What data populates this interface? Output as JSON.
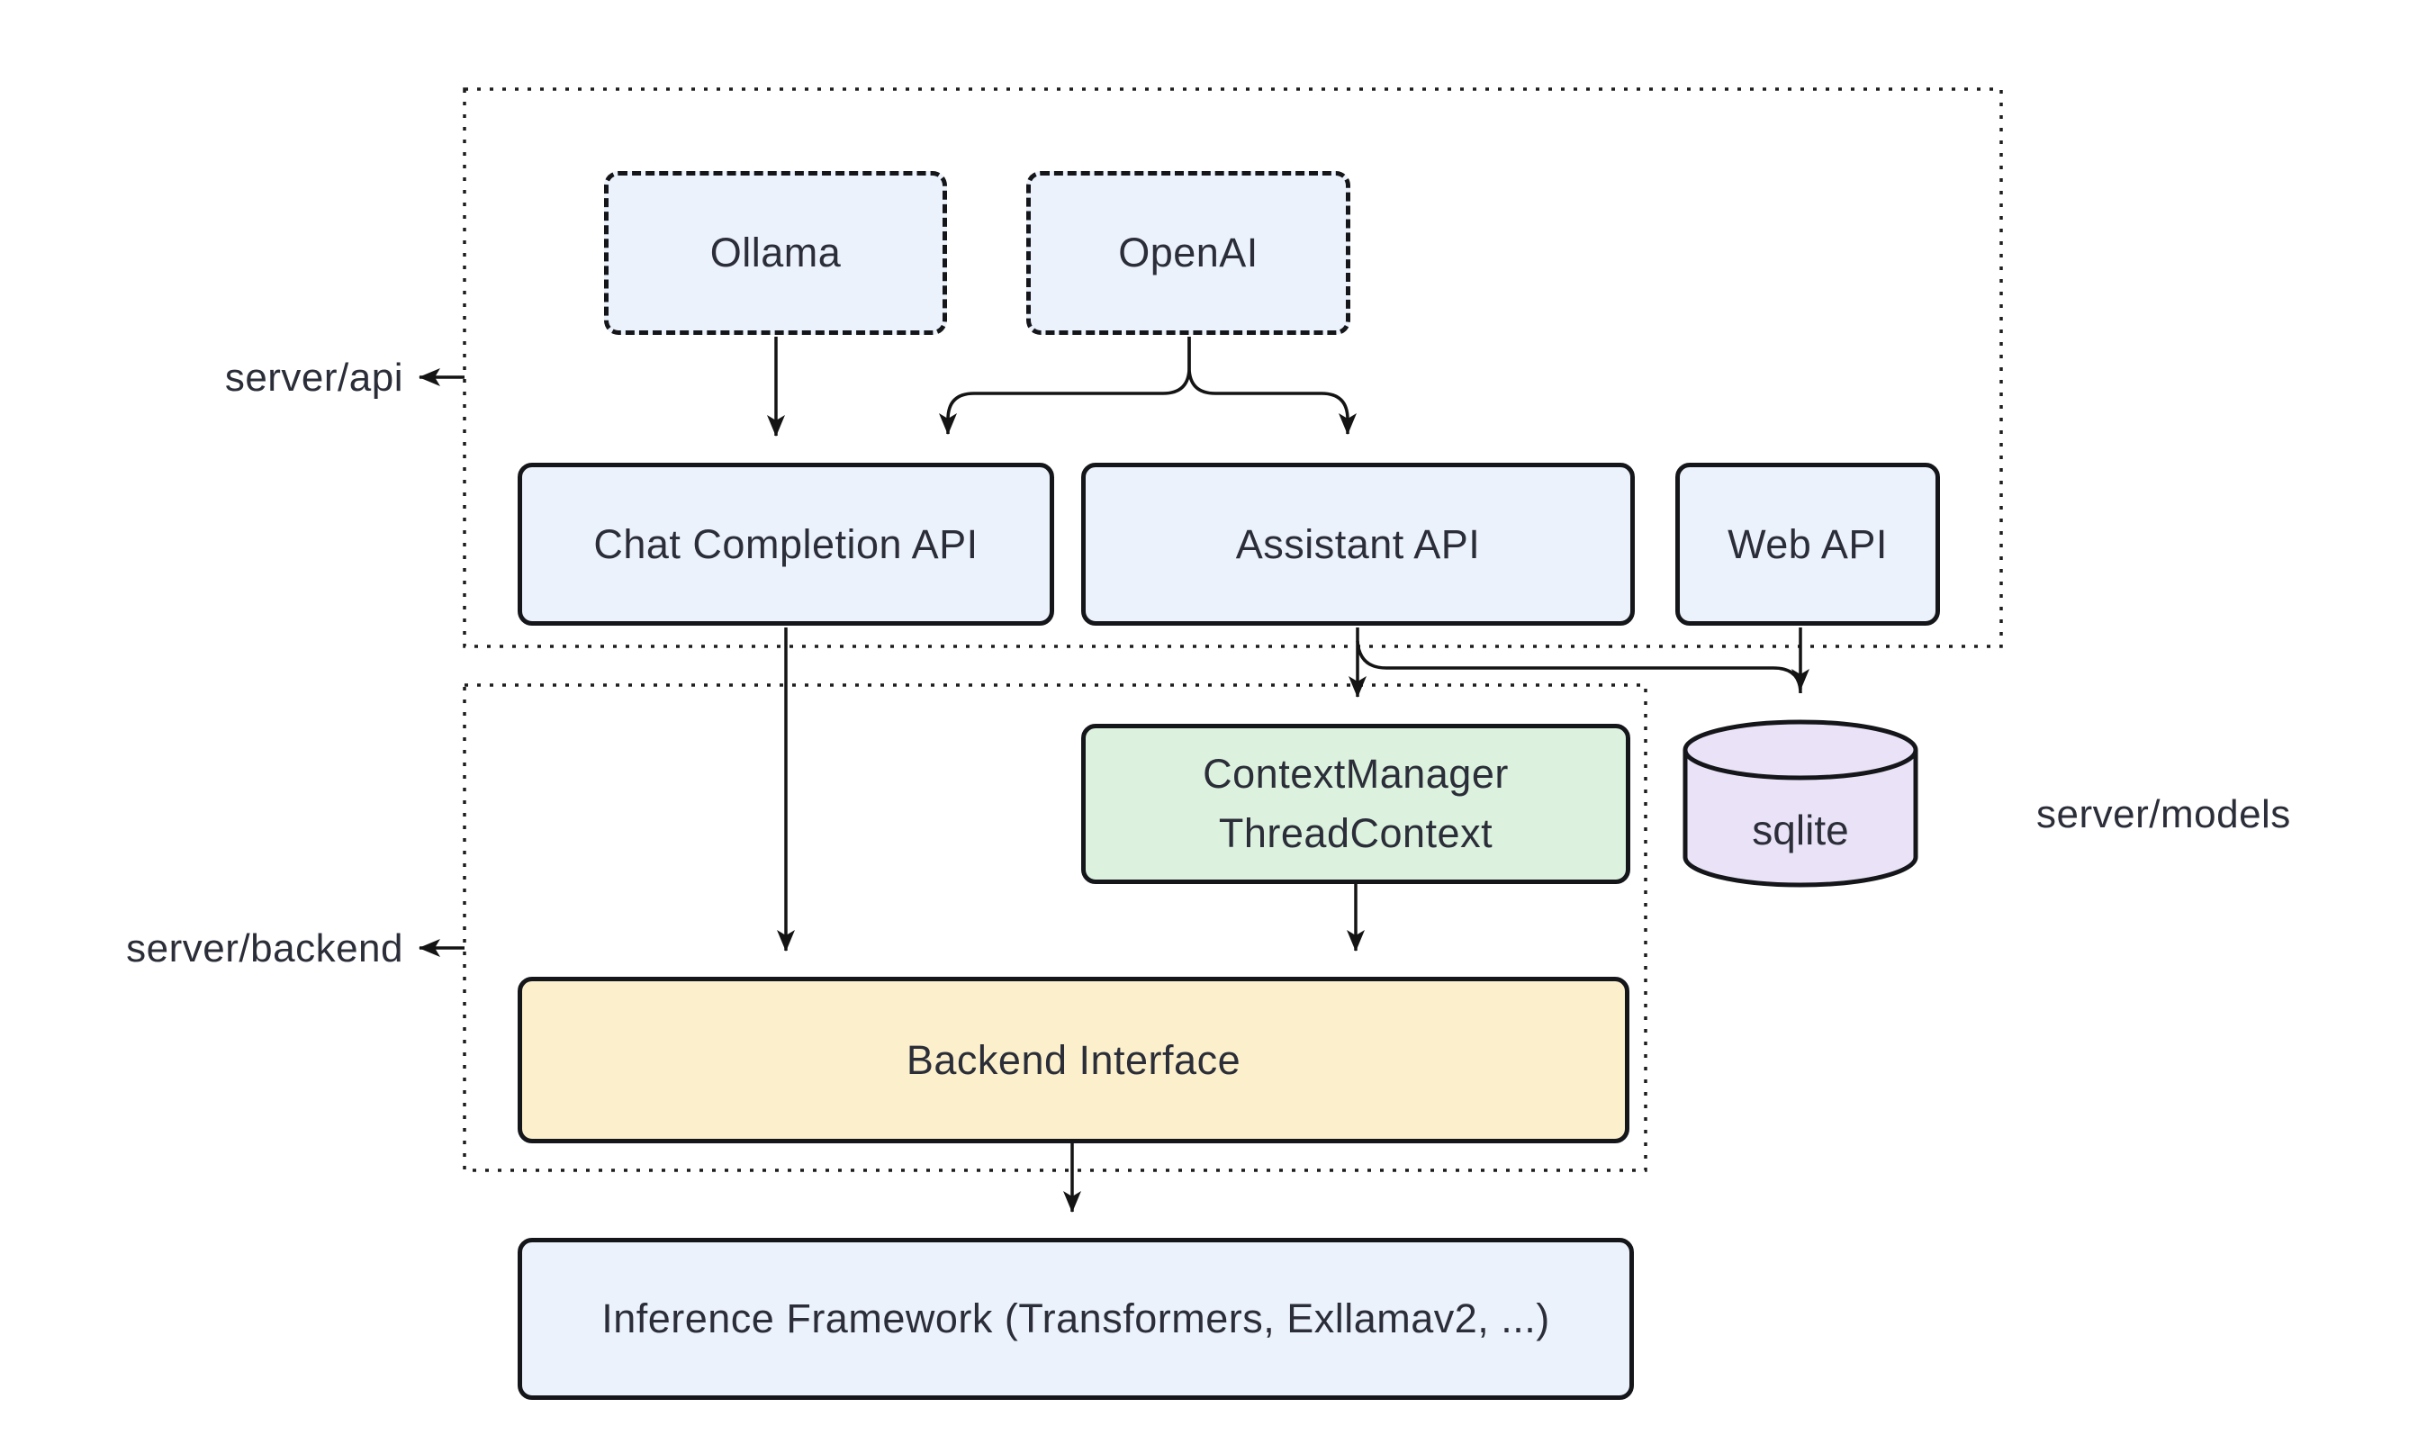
{
  "diagram": {
    "background": "#ffffff",
    "colors": {
      "node_fill_blue": "#ecf2fb",
      "node_fill_green": "#dcf2df",
      "node_fill_yellow": "#fcf0cc",
      "node_fill_purple": "#eae3f8",
      "node_border": "#15161a",
      "line": "#141414",
      "text": "#2b2e38"
    },
    "containers": {
      "server_api": {
        "label": "server/api"
      },
      "server_backend": {
        "label": "server/backend"
      }
    },
    "nodes": {
      "ollama": {
        "label": "Ollama"
      },
      "openai": {
        "label": "OpenAI"
      },
      "chat_completion_api": {
        "label": "Chat Completion API"
      },
      "assistant_api": {
        "label": "Assistant API"
      },
      "web_api": {
        "label": "Web API"
      },
      "context_manager": {
        "line1": "ContextManager",
        "line2": "ThreadContext"
      },
      "sqlite": {
        "label": "sqlite"
      },
      "backend_interface": {
        "label": "Backend Interface"
      },
      "inference_framework": {
        "label": "Inference Framework (Transformers, Exllamav2, ...)"
      }
    },
    "annotations": {
      "server_models": {
        "label": "server/models"
      }
    },
    "edges": [
      {
        "from": "Ollama",
        "to": "Chat Completion API"
      },
      {
        "from": "OpenAI",
        "to": "Chat Completion API"
      },
      {
        "from": "OpenAI",
        "to": "Assistant API"
      },
      {
        "from": "Chat Completion API",
        "to": "Backend Interface"
      },
      {
        "from": "Assistant API",
        "to": "ContextManager ThreadContext"
      },
      {
        "from": "Assistant API",
        "to": "sqlite"
      },
      {
        "from": "Web API",
        "to": "sqlite"
      },
      {
        "from": "ContextManager ThreadContext",
        "to": "Backend Interface"
      },
      {
        "from": "Backend Interface",
        "to": "Inference Framework (Transformers, Exllamav2, ...)"
      }
    ]
  }
}
